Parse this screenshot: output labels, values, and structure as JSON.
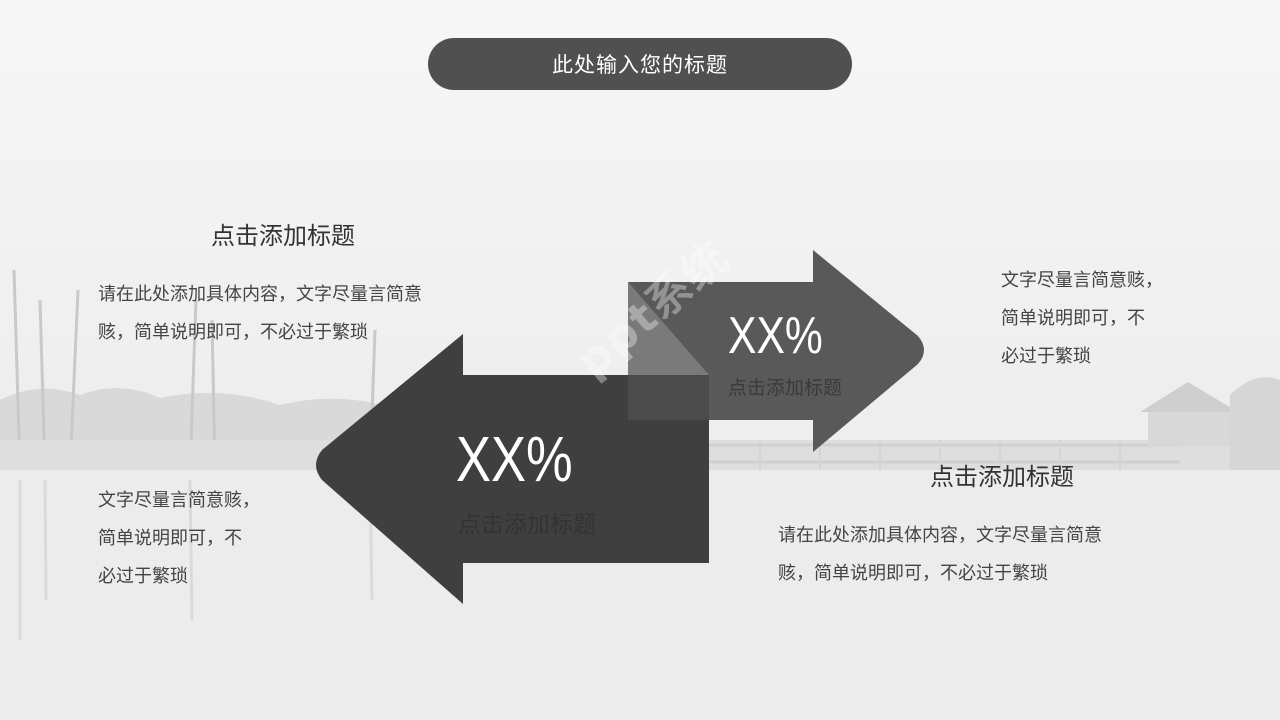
{
  "slide": {
    "title": "此处输入您的标题"
  },
  "left_block": {
    "heading": "点击添加标题",
    "text_line1": "请在此处添加具体内容，文字尽量言简意",
    "text_line2": "赅，简单说明即可，不必过于繁琐"
  },
  "right_top_block": {
    "line1": "文字尽量言简意赅，",
    "line2": "简单说明即可，不",
    "line3": "必过于繁琐"
  },
  "left_bottom_block": {
    "line1": "文字尽量言简意赅，",
    "line2": "简单说明即可，不",
    "line3": "必过于繁琐"
  },
  "right_block": {
    "heading": "点击添加标题",
    "text_line1": "请在此处添加具体内容，文字尽量言简意",
    "text_line2": "赅，简单说明即可，不必过于繁琐"
  },
  "arrow_right": {
    "value": "XX%",
    "label": "点击添加标题"
  },
  "arrow_left": {
    "value": "XX%",
    "label": "点击添加标题"
  },
  "watermark": "ppt系统"
}
